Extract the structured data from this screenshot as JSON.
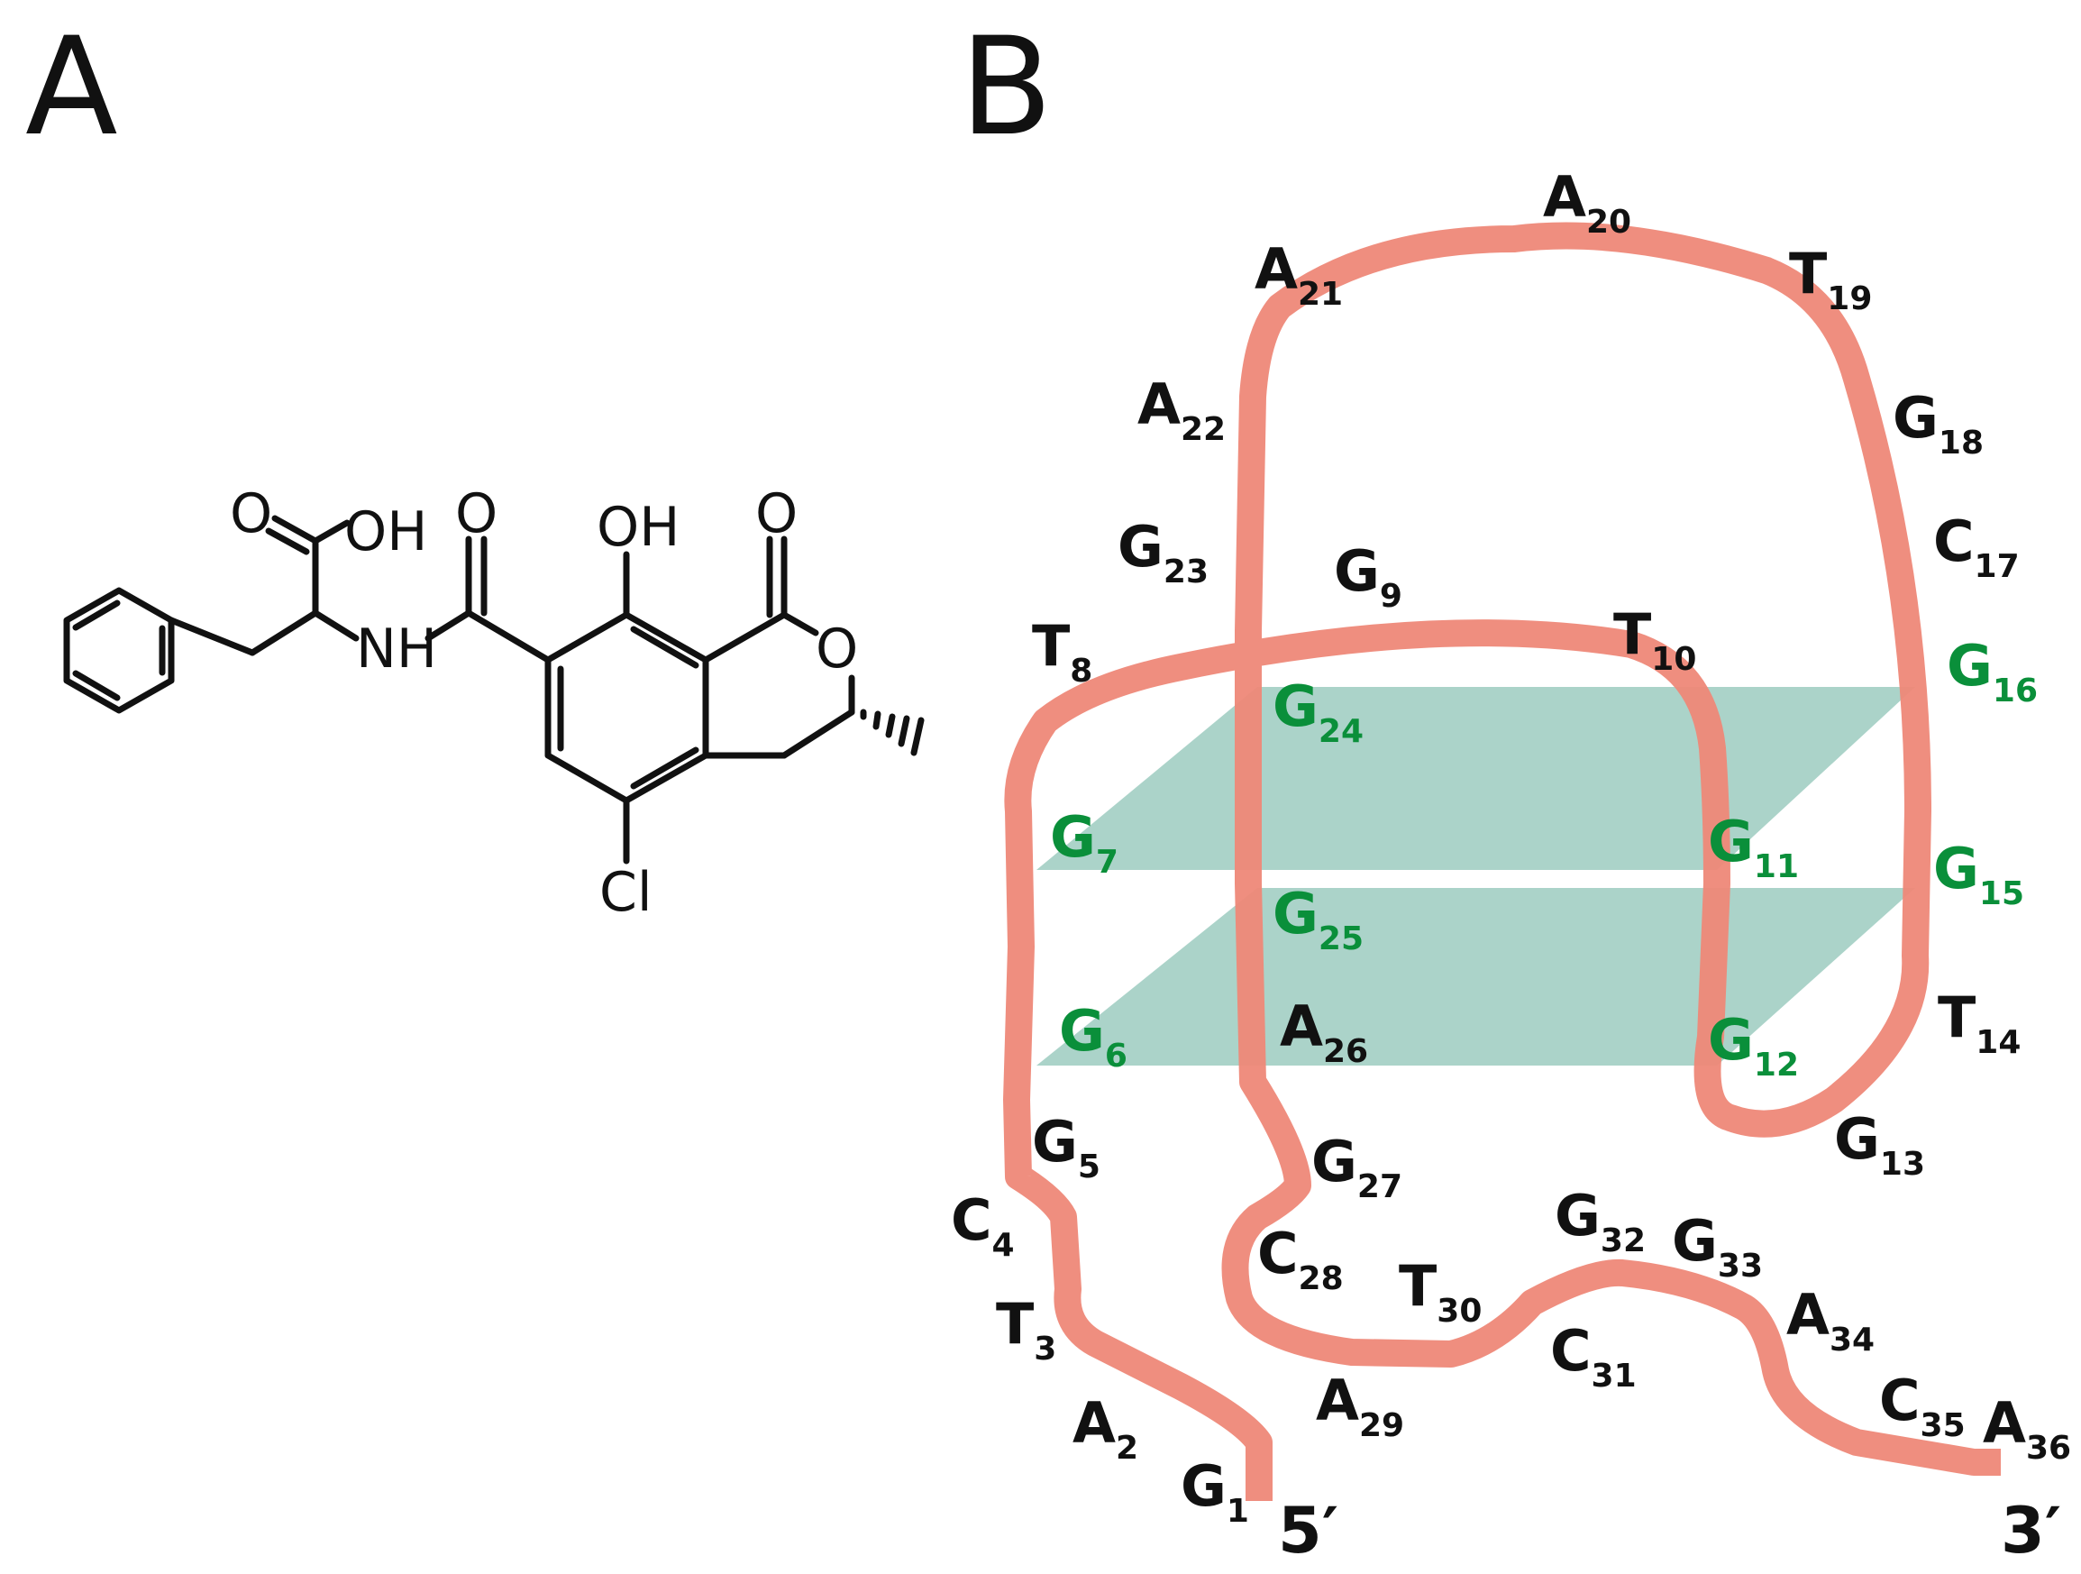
{
  "panel_a": {
    "label": "A",
    "atoms": [
      {
        "id": "cooh",
        "text": "OH"
      },
      {
        "id": "cooh-o",
        "text": "O"
      },
      {
        "id": "amide-o",
        "text": "O"
      },
      {
        "id": "nh",
        "text": "NH"
      },
      {
        "id": "phenol",
        "text": "OH"
      },
      {
        "id": "lactone-co",
        "text": "O"
      },
      {
        "id": "ring-o",
        "text": "O"
      },
      {
        "id": "cl",
        "text": "Cl"
      }
    ]
  },
  "panel_b": {
    "label": "B",
    "end_5": "5′",
    "end_3": "3′",
    "colors": {
      "strand": "#ee8878",
      "quartet": "#9ccbc0",
      "g_tetrad": "#0a8f3a",
      "base": "#111111"
    },
    "nucleotides": [
      {
        "base": "G",
        "num": "1",
        "tetrad": false
      },
      {
        "base": "A",
        "num": "2",
        "tetrad": false
      },
      {
        "base": "T",
        "num": "3",
        "tetrad": false
      },
      {
        "base": "C",
        "num": "4",
        "tetrad": false
      },
      {
        "base": "G",
        "num": "5",
        "tetrad": false
      },
      {
        "base": "G",
        "num": "6",
        "tetrad": true
      },
      {
        "base": "G",
        "num": "7",
        "tetrad": true
      },
      {
        "base": "T",
        "num": "8",
        "tetrad": false
      },
      {
        "base": "G",
        "num": "9",
        "tetrad": false
      },
      {
        "base": "T",
        "num": "10",
        "tetrad": false
      },
      {
        "base": "G",
        "num": "11",
        "tetrad": true
      },
      {
        "base": "G",
        "num": "12",
        "tetrad": true
      },
      {
        "base": "G",
        "num": "13",
        "tetrad": false
      },
      {
        "base": "T",
        "num": "14",
        "tetrad": false
      },
      {
        "base": "G",
        "num": "15",
        "tetrad": true
      },
      {
        "base": "G",
        "num": "16",
        "tetrad": true
      },
      {
        "base": "C",
        "num": "17",
        "tetrad": false
      },
      {
        "base": "G",
        "num": "18",
        "tetrad": false
      },
      {
        "base": "T",
        "num": "19",
        "tetrad": false
      },
      {
        "base": "A",
        "num": "20",
        "tetrad": false
      },
      {
        "base": "A",
        "num": "21",
        "tetrad": false
      },
      {
        "base": "A",
        "num": "22",
        "tetrad": false
      },
      {
        "base": "G",
        "num": "23",
        "tetrad": false
      },
      {
        "base": "G",
        "num": "24",
        "tetrad": true
      },
      {
        "base": "G",
        "num": "25",
        "tetrad": true
      },
      {
        "base": "A",
        "num": "26",
        "tetrad": false
      },
      {
        "base": "G",
        "num": "27",
        "tetrad": false
      },
      {
        "base": "C",
        "num": "28",
        "tetrad": false
      },
      {
        "base": "A",
        "num": "29",
        "tetrad": false
      },
      {
        "base": "T",
        "num": "30",
        "tetrad": false
      },
      {
        "base": "C",
        "num": "31",
        "tetrad": false
      },
      {
        "base": "G",
        "num": "32",
        "tetrad": false
      },
      {
        "base": "G",
        "num": "33",
        "tetrad": false
      },
      {
        "base": "A",
        "num": "34",
        "tetrad": false
      },
      {
        "base": "C",
        "num": "35",
        "tetrad": false
      },
      {
        "base": "A",
        "num": "36",
        "tetrad": false
      }
    ]
  }
}
